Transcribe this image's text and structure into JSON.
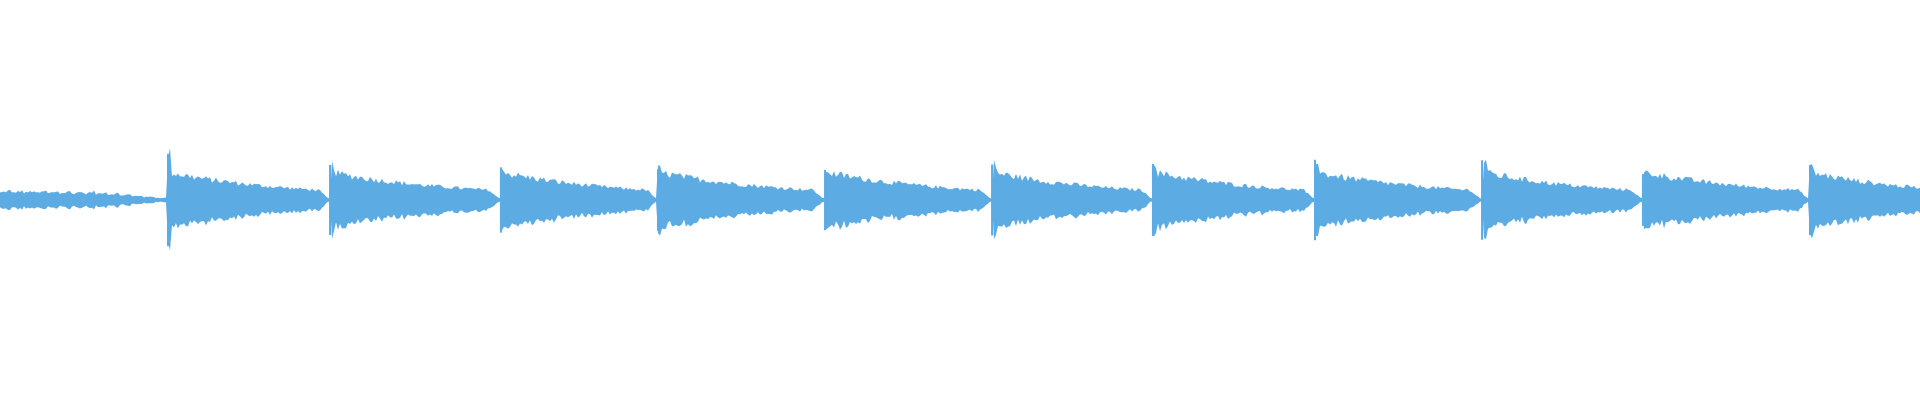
{
  "waveform": {
    "color": "#5dabe3",
    "background": "#ffffff",
    "intro": {
      "amp_start": 0.15,
      "amp_end": 0.1,
      "ripple": "sawtooth"
    },
    "hits": [
      {
        "start_frac": 0.0875,
        "peak_amp": 0.96
      },
      {
        "start_frac": 0.1719,
        "peak_amp": 0.73
      },
      {
        "start_frac": 0.2609,
        "peak_amp": 0.68
      },
      {
        "start_frac": 0.3427,
        "peak_amp": 0.64
      },
      {
        "start_frac": 0.4297,
        "peak_amp": 0.63
      },
      {
        "start_frac": 0.5167,
        "peak_amp": 0.74
      },
      {
        "start_frac": 0.6005,
        "peak_amp": 0.75
      },
      {
        "start_frac": 0.6849,
        "peak_amp": 0.84
      },
      {
        "start_frac": 0.7719,
        "peak_amp": 0.83
      },
      {
        "start_frac": 0.8557,
        "peak_amp": 0.54
      },
      {
        "start_frac": 0.9427,
        "peak_amp": 0.73
      }
    ],
    "tail_amp": 0.08
  }
}
